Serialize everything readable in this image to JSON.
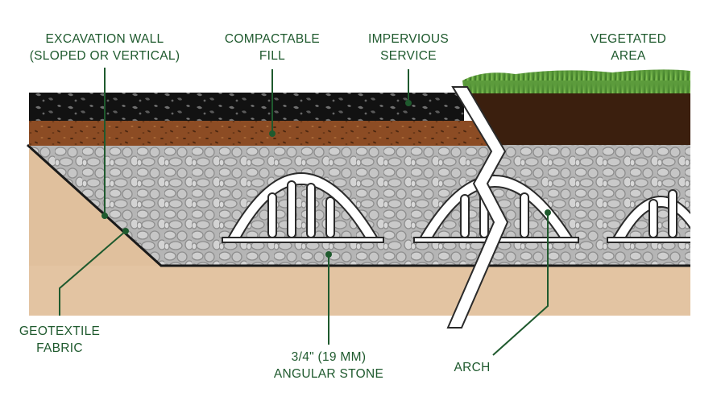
{
  "labels": {
    "excavation_wall": {
      "line1": "EXCAVATION WALL",
      "line2": "(SLOPED OR VERTICAL)"
    },
    "compactable_fill": {
      "line1": "COMPACTABLE",
      "line2": "FILL"
    },
    "impervious_service": {
      "line1": "IMPERVIOUS",
      "line2": "SERVICE"
    },
    "vegetated_area": {
      "line1": "VEGETATED",
      "line2": "AREA"
    },
    "geotextile_fabric": {
      "line1": "GEOTEXTILE",
      "line2": "FABRIC"
    },
    "angular_stone": {
      "line1": "3/4\" (19 MM)",
      "line2": "ANGULAR STONE"
    },
    "arch": {
      "line1": "ARCH"
    }
  },
  "colors": {
    "label_text": "#1f5a2e",
    "leader_line": "#1f5a2e",
    "native_soil": "#e2c4a1",
    "stone_base": "#b9b9b9",
    "fill_layer": "#8a4a22",
    "asphalt": "#141414",
    "topsoil": "#3a1f0e",
    "grass": "#4e8f33",
    "arch": "#ffffff",
    "geotextile": "#1a1a1a"
  }
}
